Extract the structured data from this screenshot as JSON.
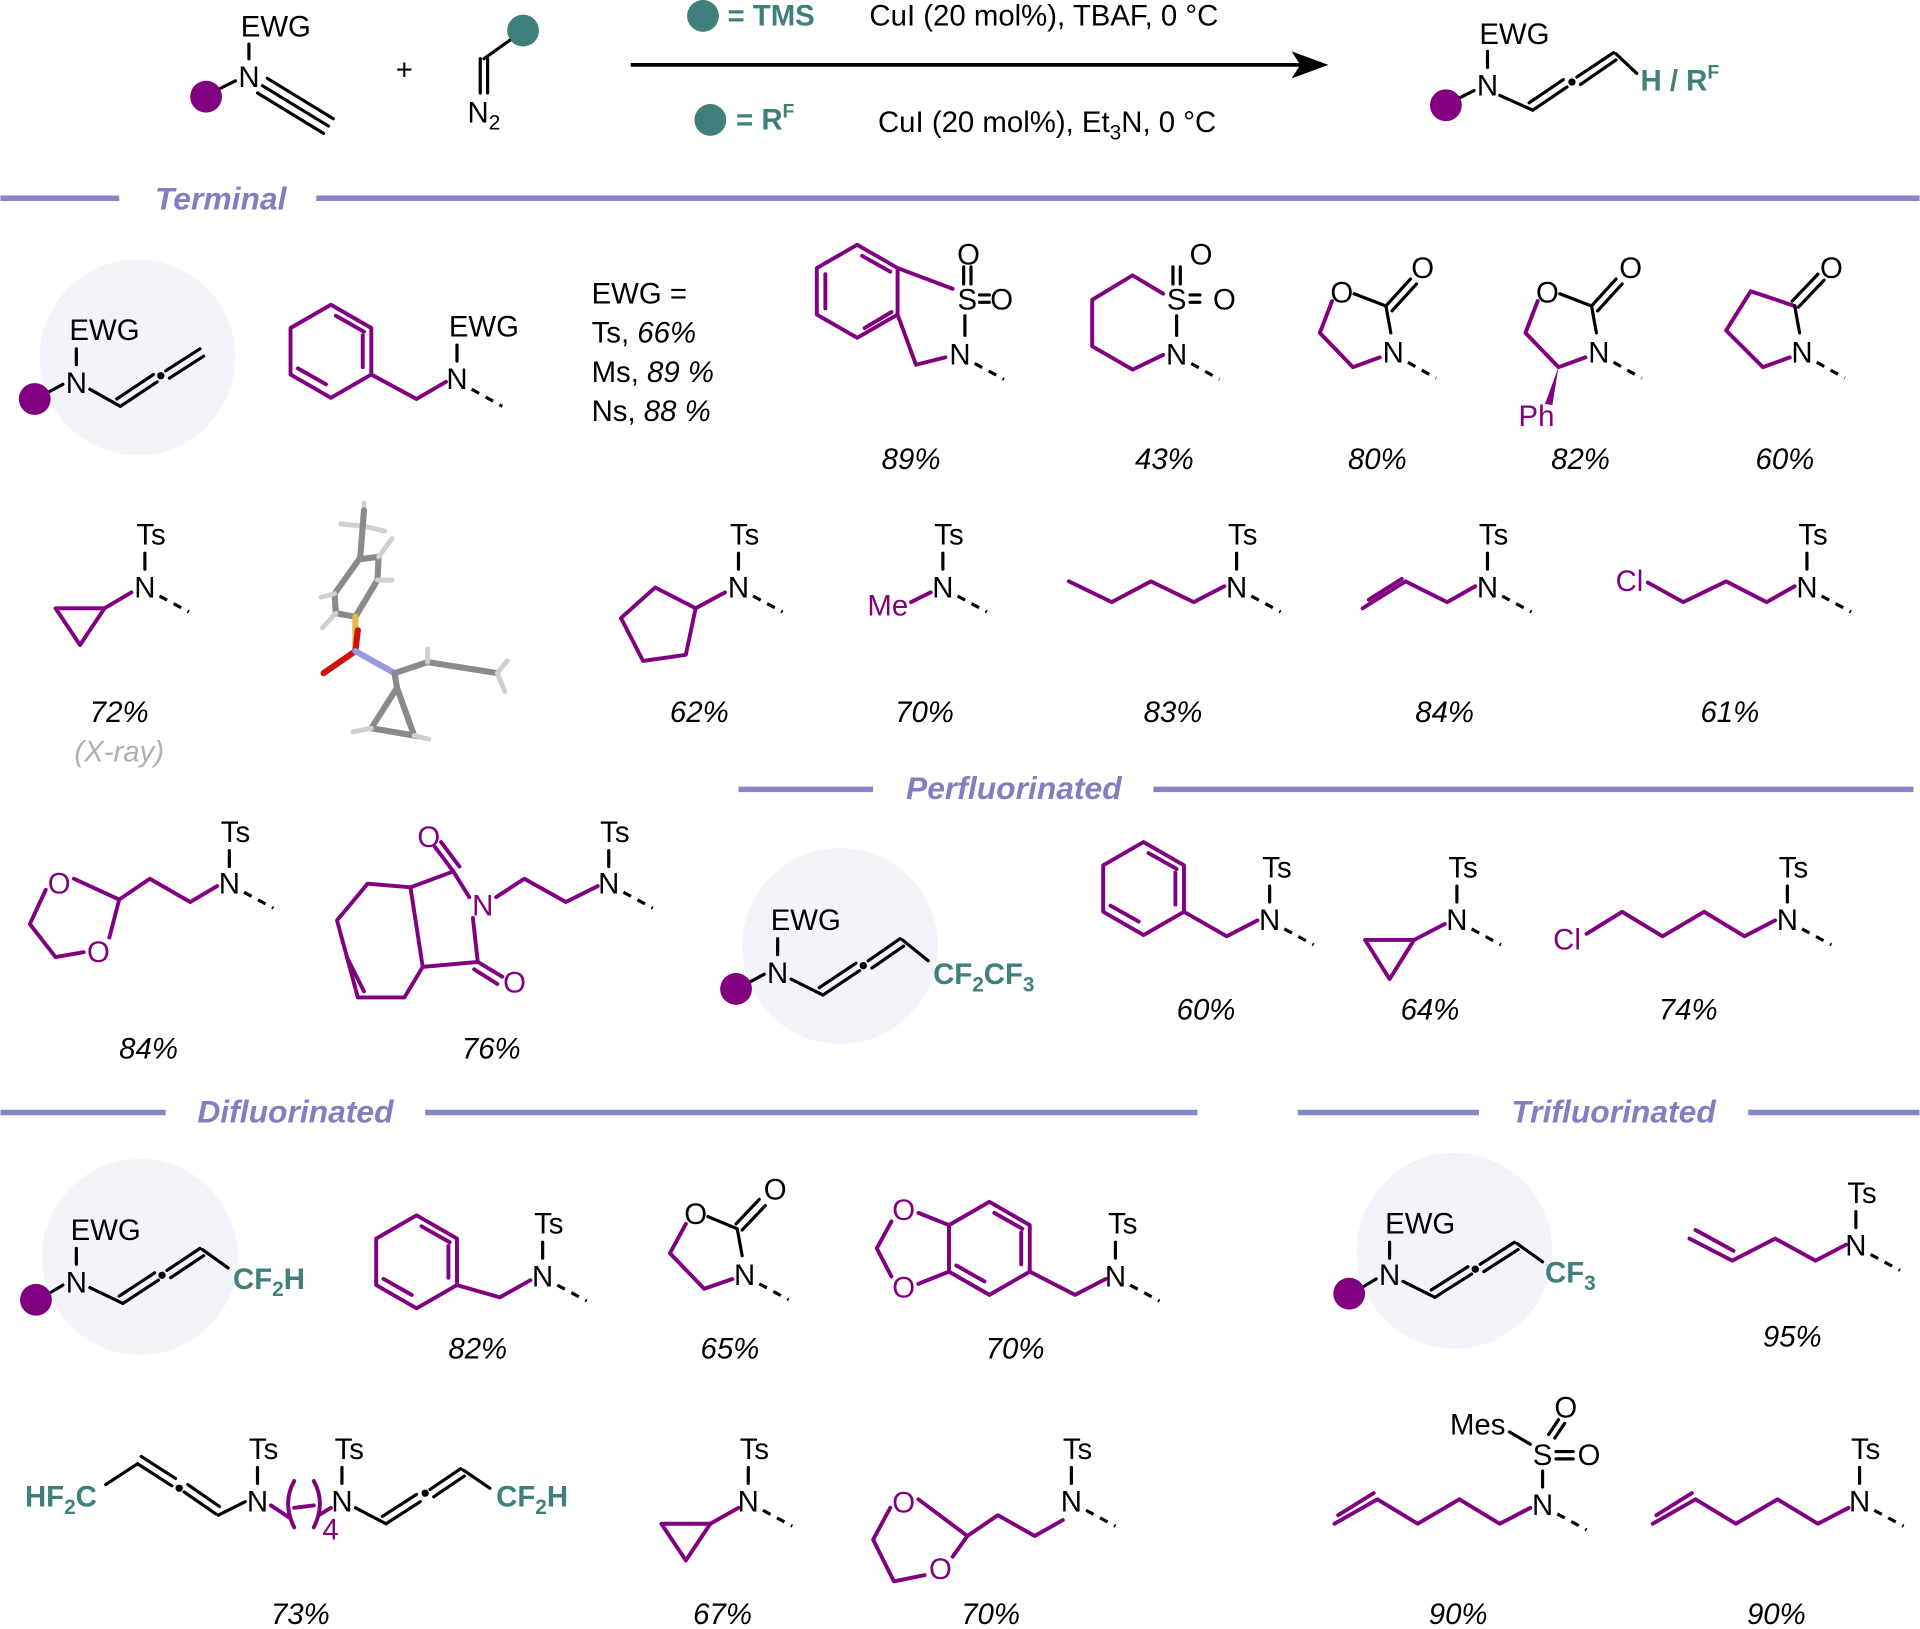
{
  "scheme": {
    "reactant_ewg": "EWG",
    "reactant_n": "N",
    "plus": "+",
    "diazo_n": "N",
    "diazo_sub": "2",
    "cond_top_eq": "= TMS",
    "cond_top": "CuI (20 mol%), TBAF, 0 °C",
    "cond_bottom_eq": "= R",
    "cond_bottom_sup": "F",
    "cond_bottom_a": "CuI (20 mol%), Et",
    "cond_bottom_sub": "3",
    "cond_bottom_b": "N, 0 °C",
    "product_ewg": "EWG",
    "product_n": "N",
    "product_r": "H / R",
    "product_r_sup": "F"
  },
  "colors": {
    "substituent": "#800080",
    "reagent": "#3f7f7c",
    "section": "#8080c0",
    "highlight": "#f3f3fa"
  },
  "sections": {
    "terminal": "Terminal",
    "perfluorinated": "Perfluorinated",
    "difluorinated": "Difluorinated",
    "trifluorinated": "Trifluorinated"
  },
  "atoms": {
    "ewg": "EWG",
    "n": "N",
    "ts": "Ts",
    "o": "O",
    "s": "S",
    "ph": "Ph",
    "me": "Me",
    "cl": "Cl",
    "mes": "Mes",
    "cf2cf3_a": "CF",
    "cf2cf3_b": "2",
    "cf2cf3_c": "CF",
    "cf2cf3_d": "3",
    "cf2h_a": "CF",
    "cf2h_b": "2",
    "cf2h_c": "H",
    "hf2c_a": "HF",
    "hf2c_b": "2",
    "hf2c_c": "C",
    "cf3_a": "CF",
    "cf3_b": "3",
    "chain_n": "4"
  },
  "terminal": {
    "ewg_list": {
      "head": "EWG =",
      "items": [
        {
          "group": "Ts, ",
          "yield": "66%"
        },
        {
          "group": "Ms, ",
          "yield": "89 %"
        },
        {
          "group": "Ns, ",
          "yield": "88 %"
        }
      ]
    },
    "yields_row1": [
      "89%",
      "43%",
      "80%",
      "82%",
      "60%"
    ],
    "yields_row2": [
      "72%",
      "62%",
      "70%",
      "83%",
      "84%",
      "61%"
    ],
    "xray_note": "(X-ray)",
    "yields_row3": [
      "84%",
      "76%"
    ]
  },
  "perfluorinated": {
    "yields": [
      "60%",
      "64%",
      "74%"
    ]
  },
  "difluorinated": {
    "yields": [
      "82%",
      "65%",
      "70%",
      "73%",
      "67%",
      "70%"
    ]
  },
  "trifluorinated": {
    "yields": [
      "95%",
      "90%",
      "90%"
    ]
  }
}
